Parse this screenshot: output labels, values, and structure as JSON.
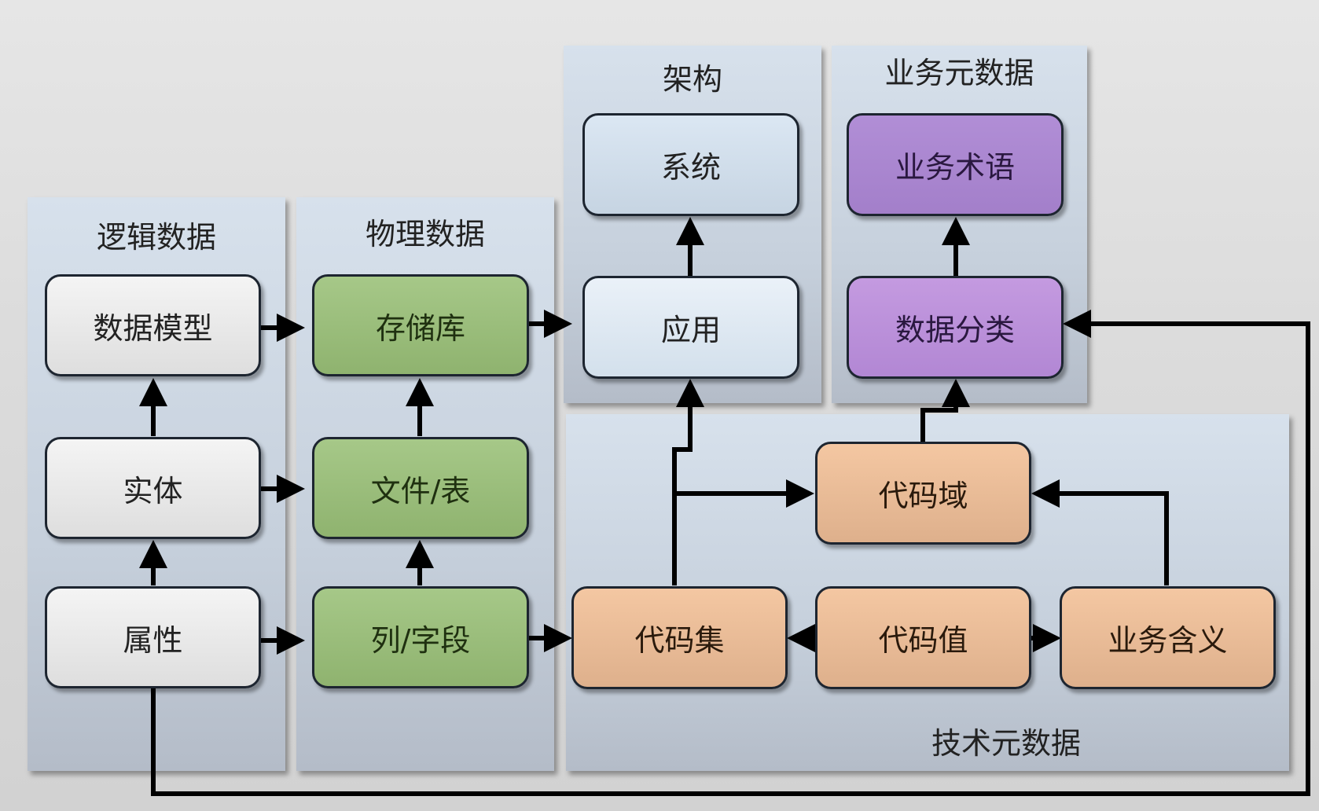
{
  "groups": {
    "logical": {
      "title": "逻辑数据"
    },
    "physical": {
      "title": "物理数据"
    },
    "architecture": {
      "title": "架构"
    },
    "business": {
      "title": "业务元数据"
    },
    "technical": {
      "title": "技术元数据"
    }
  },
  "nodes": {
    "data_model": "数据模型",
    "entity": "实体",
    "attribute": "属性",
    "repository": "存储库",
    "file_table": "文件/表",
    "column_field": "列/字段",
    "system": "系统",
    "application": "应用",
    "business_term": "业务术语",
    "data_classification": "数据分类",
    "code_domain": "代码域",
    "code_set": "代码集",
    "code_value": "代码值",
    "business_meaning": "业务含义"
  },
  "edges": [
    {
      "from": "entity",
      "to": "data_model"
    },
    {
      "from": "attribute",
      "to": "entity"
    },
    {
      "from": "data_model",
      "to": "repository"
    },
    {
      "from": "entity",
      "to": "file_table"
    },
    {
      "from": "attribute",
      "to": "column_field"
    },
    {
      "from": "file_table",
      "to": "repository"
    },
    {
      "from": "column_field",
      "to": "file_table"
    },
    {
      "from": "repository",
      "to": "application"
    },
    {
      "from": "application",
      "to": "system"
    },
    {
      "from": "column_field",
      "to": "code_set"
    },
    {
      "from": "code_set",
      "to": "application"
    },
    {
      "from": "code_set",
      "to": "code_domain"
    },
    {
      "from": "code_value",
      "to": "code_set"
    },
    {
      "from": "code_value",
      "to": "business_meaning"
    },
    {
      "from": "business_meaning",
      "to": "code_domain"
    },
    {
      "from": "code_domain",
      "to": "data_classification"
    },
    {
      "from": "data_classification",
      "to": "business_term"
    },
    {
      "from": "attribute",
      "to": "data_classification"
    }
  ]
}
